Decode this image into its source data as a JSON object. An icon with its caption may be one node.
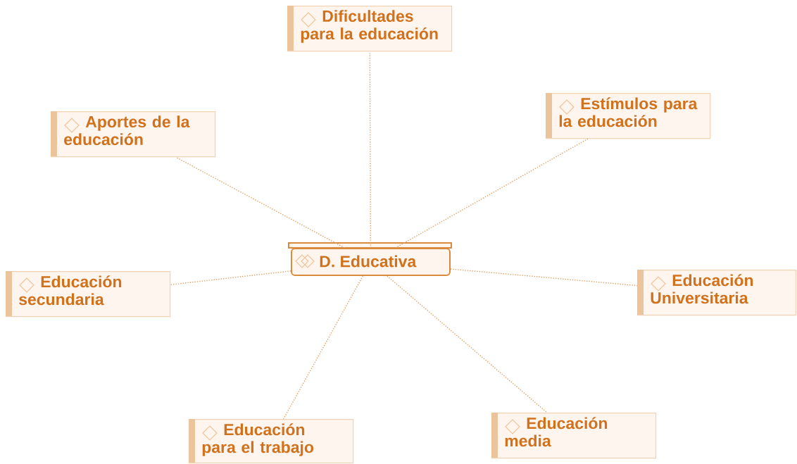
{
  "diagram": {
    "nodes": [
      {
        "text": [
          "Dificultades para la educación"
        ]
      },
      {
        "text": [
          "Estímulos para la educación"
        ]
      },
      {
        "text": [
          "Aportes de la educación"
        ]
      },
      {
        "text": [
          "D. Educativa"
        ]
      },
      {
        "text": [
          "Educación Universitaria"
        ]
      },
      {
        "text": [
          "Educación secundaria"
        ]
      },
      {
        "text": [
          "Educación media"
        ]
      },
      {
        "text": [
          "Educación para el trabajo"
        ]
      }
    ],
    "edges": [
      {
        "from": 3,
        "to": 0,
        "arrow": "none"
      },
      {
        "from": 3,
        "to": 1,
        "arrow": "none"
      },
      {
        "from": 3,
        "to": 2,
        "arrow": "none"
      },
      {
        "from": 3,
        "to": 4,
        "arrow": "none"
      },
      {
        "from": 3,
        "to": 5,
        "arrow": "none"
      },
      {
        "from": 3,
        "to": 6,
        "arrow": "none"
      },
      {
        "from": 3,
        "to": 7,
        "arrow": "none"
      }
    ]
  }
}
